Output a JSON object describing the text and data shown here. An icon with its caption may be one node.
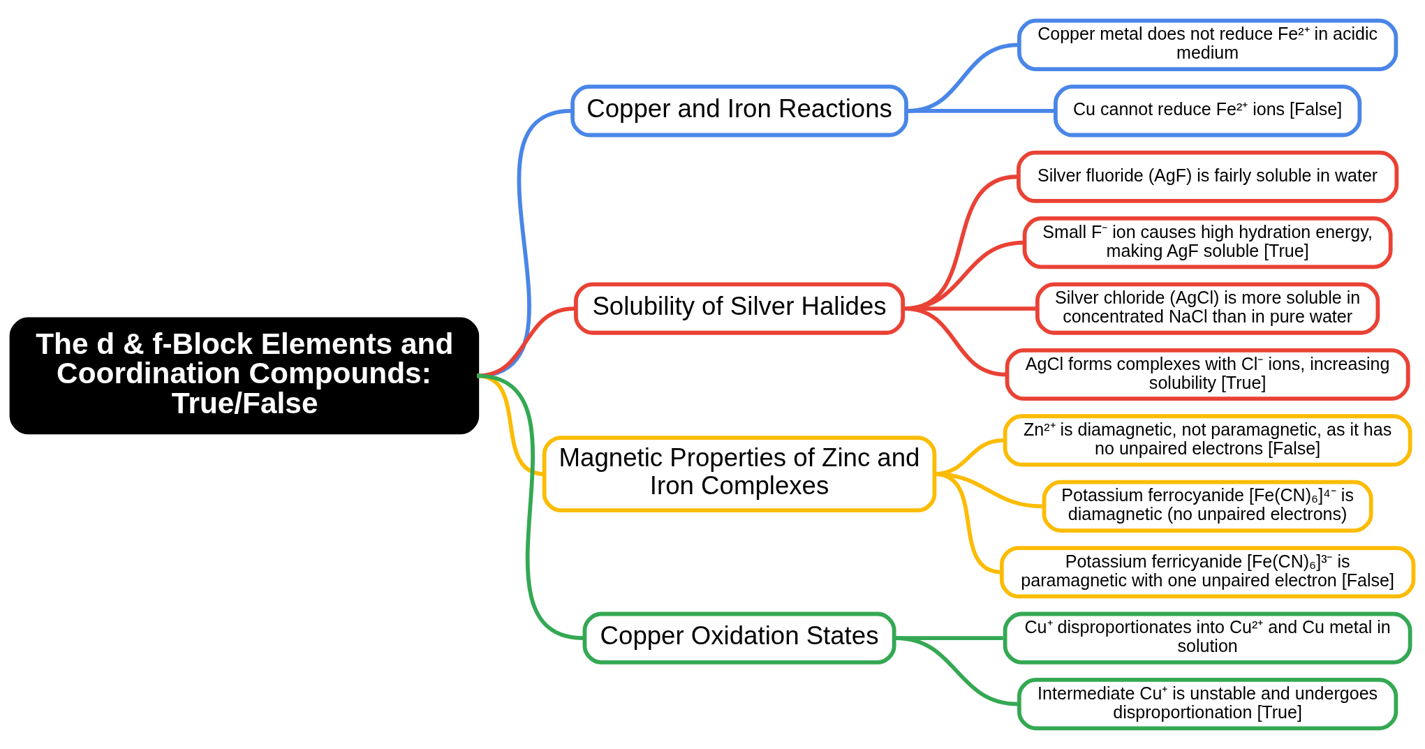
{
  "diagram": {
    "nodes": [
      {
        "text": [
          "The d & f-Block Elements and Coordination Compounds: True/False"
        ]
      },
      {
        "text": [
          "Copper and Iron Reactions"
        ]
      },
      {
        "text": [
          "Copper metal does not reduce Fe²⁺ in acidic medium"
        ]
      },
      {
        "text": [
          "Cu cannot reduce Fe²⁺ ions [False]"
        ]
      },
      {
        "text": [
          "Solubility of Silver Halides"
        ]
      },
      {
        "text": [
          "Silver fluoride (AgF) is fairly soluble in water"
        ]
      },
      {
        "text": [
          "Small F⁻ ion causes high hydration energy, making AgF soluble [True]"
        ]
      },
      {
        "text": [
          "Silver chloride (AgCl) is more soluble in concentrated NaCl than in pure water"
        ]
      },
      {
        "text": [
          "AgCl forms complexes with Cl⁻ ions, increasing solubility [True]"
        ]
      },
      {
        "text": [
          "Magnetic Properties of Zinc and Iron Complexes"
        ]
      },
      {
        "text": [
          "Zn²⁺ is diamagnetic, not paramagnetic, as it has no unpaired electrons [False]"
        ]
      },
      {
        "text": [
          "Potassium ferrocyanide [Fe(CN)₆]⁴⁻ is diamagnetic (no unpaired electrons)"
        ]
      },
      {
        "text": [
          "Potassium ferricyanide [Fe(CN)₆]³⁻ is paramagnetic with one unpaired electron [False]"
        ]
      },
      {
        "text": [
          "Copper Oxidation States"
        ]
      },
      {
        "text": [
          "Cu⁺ disproportionates into Cu²⁺ and Cu metal in solution"
        ]
      },
      {
        "text": [
          "Intermediate Cu⁺ is unstable and undergoes disproportionation [True]"
        ]
      }
    ],
    "edges": [
      {
        "from": 0,
        "to": 1,
        "arrow": "none",
        "color": "#4a86e8"
      },
      {
        "from": 1,
        "to": 2,
        "arrow": "none",
        "color": "#4a86e8"
      },
      {
        "from": 1,
        "to": 3,
        "arrow": "none",
        "color": "#4a86e8"
      },
      {
        "from": 0,
        "to": 4,
        "arrow": "none",
        "color": "#e94235"
      },
      {
        "from": 4,
        "to": 5,
        "arrow": "none",
        "color": "#e94235"
      },
      {
        "from": 4,
        "to": 6,
        "arrow": "none",
        "color": "#e94235"
      },
      {
        "from": 4,
        "to": 7,
        "arrow": "none",
        "color": "#e94235"
      },
      {
        "from": 4,
        "to": 8,
        "arrow": "none",
        "color": "#e94235"
      },
      {
        "from": 0,
        "to": 9,
        "arrow": "none",
        "color": "#fbbc04"
      },
      {
        "from": 9,
        "to": 10,
        "arrow": "none",
        "color": "#fbbc04"
      },
      {
        "from": 9,
        "to": 11,
        "arrow": "none",
        "color": "#fbbc04"
      },
      {
        "from": 9,
        "to": 12,
        "arrow": "none",
        "color": "#fbbc04"
      },
      {
        "from": 0,
        "to": 13,
        "arrow": "none",
        "color": "#34a853"
      },
      {
        "from": 13,
        "to": 14,
        "arrow": "none",
        "color": "#34a853"
      },
      {
        "from": 13,
        "to": 15,
        "arrow": "none",
        "color": "#34a853"
      }
    ]
  }
}
